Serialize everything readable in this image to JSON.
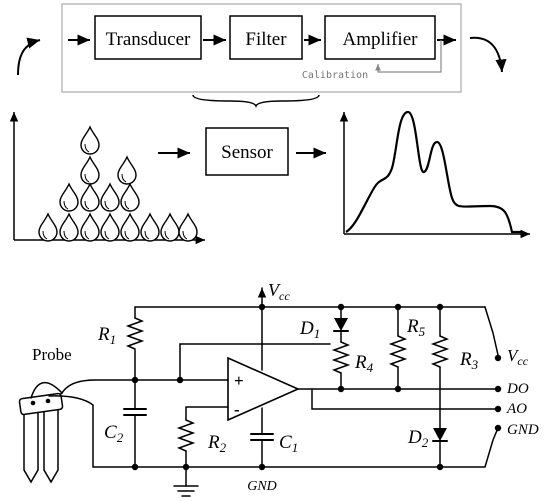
{
  "block_diagram": {
    "blocks": {
      "transducer": "Transducer",
      "filter": "Filter",
      "amplifier": "Amplifier",
      "sensor": "Sensor"
    },
    "feedback_label": "Calibration"
  },
  "circuit": {
    "probe_label": "Probe",
    "supply_label": "V",
    "supply_sub": "cc",
    "ground_label": "GND",
    "opamp_plus": "+",
    "opamp_minus": "-",
    "components": {
      "r1": {
        "letter": "R",
        "sub": "1"
      },
      "r2": {
        "letter": "R",
        "sub": "2"
      },
      "r3": {
        "letter": "R",
        "sub": "3"
      },
      "r4": {
        "letter": "R",
        "sub": "4"
      },
      "r5": {
        "letter": "R",
        "sub": "5"
      },
      "c1": {
        "letter": "C",
        "sub": "1"
      },
      "c2": {
        "letter": "C",
        "sub": "2"
      },
      "d1": {
        "letter": "D",
        "sub": "1"
      },
      "d2": {
        "letter": "D",
        "sub": "2"
      }
    },
    "pins": {
      "vcc": {
        "letter": "V",
        "sub": "cc"
      },
      "do": "DO",
      "ao": "AO",
      "gnd": "GND"
    }
  }
}
